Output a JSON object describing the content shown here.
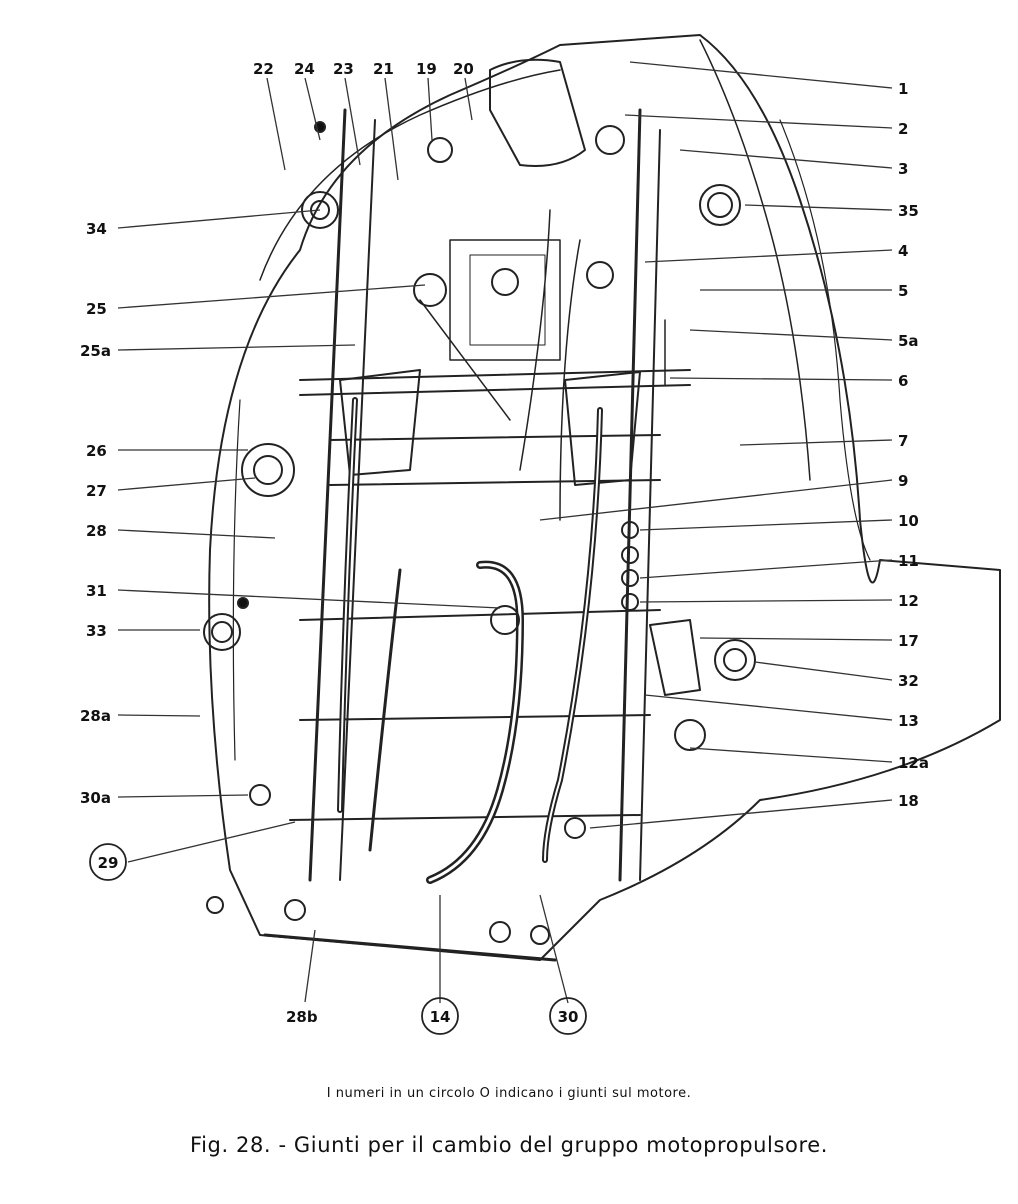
{
  "figure": {
    "labels_top": [
      "22",
      "24",
      "23",
      "21",
      "19",
      "20"
    ],
    "labels_right": [
      "1",
      "2",
      "3",
      "35",
      "4",
      "5",
      "5a",
      "6",
      "7",
      "9",
      "10",
      "11",
      "12",
      "17",
      "32",
      "13",
      "12a",
      "18"
    ],
    "labels_left": [
      "34",
      "25",
      "25a",
      "26",
      "27",
      "28",
      "31",
      "33",
      "28a",
      "30a"
    ],
    "labels_bottom": [
      "28b"
    ],
    "labels_circled": [
      "29",
      "14",
      "30"
    ]
  },
  "note": "I numeri in un circolo O indicano i giunti sul motore.",
  "caption": "Fig. 28. - Giunti per il cambio del gruppo motopropulsore."
}
